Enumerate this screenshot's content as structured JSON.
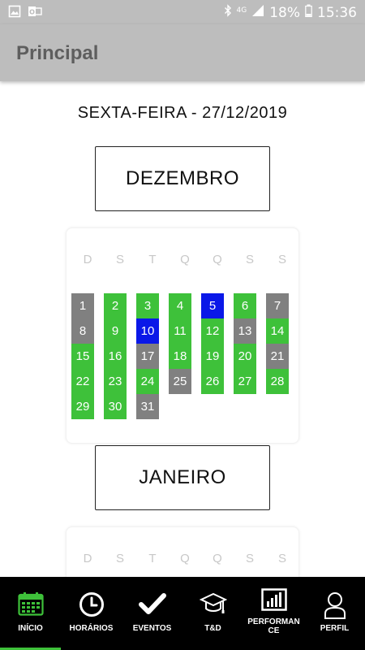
{
  "status_bar": {
    "network": "4G",
    "battery": "18%",
    "time": "15:36"
  },
  "app_bar": {
    "title": "Principal"
  },
  "date_label": "SEXTA-FEIRA - 27/12/2019",
  "weekdays": [
    "D",
    "S",
    "T",
    "Q",
    "Q",
    "S",
    "S"
  ],
  "colors": {
    "available": "#3ec13a",
    "unavailable": "#808080",
    "selected": "#0a18e8",
    "nav_active": "#3ec13a"
  },
  "months": [
    {
      "name": "DEZEMBRO",
      "days": [
        {
          "n": "1",
          "col": 0,
          "row": 0,
          "status": "unavailable"
        },
        {
          "n": "2",
          "col": 1,
          "row": 0,
          "status": "available"
        },
        {
          "n": "3",
          "col": 2,
          "row": 0,
          "status": "available"
        },
        {
          "n": "4",
          "col": 3,
          "row": 0,
          "status": "available"
        },
        {
          "n": "5",
          "col": 4,
          "row": 0,
          "status": "selected"
        },
        {
          "n": "6",
          "col": 5,
          "row": 0,
          "status": "available"
        },
        {
          "n": "7",
          "col": 6,
          "row": 0,
          "status": "unavailable"
        },
        {
          "n": "8",
          "col": 0,
          "row": 1,
          "status": "unavailable"
        },
        {
          "n": "9",
          "col": 1,
          "row": 1,
          "status": "available"
        },
        {
          "n": "10",
          "col": 2,
          "row": 1,
          "status": "selected"
        },
        {
          "n": "11",
          "col": 3,
          "row": 1,
          "status": "available"
        },
        {
          "n": "12",
          "col": 4,
          "row": 1,
          "status": "available"
        },
        {
          "n": "13",
          "col": 5,
          "row": 1,
          "status": "unavailable"
        },
        {
          "n": "14",
          "col": 6,
          "row": 1,
          "status": "available"
        },
        {
          "n": "15",
          "col": 0,
          "row": 2,
          "status": "available"
        },
        {
          "n": "16",
          "col": 1,
          "row": 2,
          "status": "available"
        },
        {
          "n": "17",
          "col": 2,
          "row": 2,
          "status": "unavailable"
        },
        {
          "n": "18",
          "col": 3,
          "row": 2,
          "status": "available"
        },
        {
          "n": "19",
          "col": 4,
          "row": 2,
          "status": "available"
        },
        {
          "n": "20",
          "col": 5,
          "row": 2,
          "status": "available"
        },
        {
          "n": "21",
          "col": 6,
          "row": 2,
          "status": "unavailable"
        },
        {
          "n": "22",
          "col": 0,
          "row": 3,
          "status": "available"
        },
        {
          "n": "23",
          "col": 1,
          "row": 3,
          "status": "available"
        },
        {
          "n": "24",
          "col": 2,
          "row": 3,
          "status": "available"
        },
        {
          "n": "25",
          "col": 3,
          "row": 3,
          "status": "unavailable"
        },
        {
          "n": "26",
          "col": 4,
          "row": 3,
          "status": "available"
        },
        {
          "n": "27",
          "col": 5,
          "row": 3,
          "status": "available"
        },
        {
          "n": "28",
          "col": 6,
          "row": 3,
          "status": "available"
        },
        {
          "n": "29",
          "col": 0,
          "row": 4,
          "status": "available"
        },
        {
          "n": "30",
          "col": 1,
          "row": 4,
          "status": "available"
        },
        {
          "n": "31",
          "col": 2,
          "row": 4,
          "status": "unavailable"
        }
      ]
    },
    {
      "name": "JANEIRO",
      "days": []
    }
  ],
  "bottom_nav": [
    {
      "label": "INÍCIO",
      "icon": "calendar-icon",
      "active": true
    },
    {
      "label": "HORÁRIOS",
      "icon": "clock-icon",
      "active": false
    },
    {
      "label": "EVENTOS",
      "icon": "checkmark-icon",
      "active": false
    },
    {
      "label": "T&D",
      "icon": "graduation-cap-icon",
      "active": false
    },
    {
      "label": "PERFORMANCE",
      "icon": "bar-chart-icon",
      "active": false
    },
    {
      "label": "PERFIL",
      "icon": "user-icon",
      "active": false
    }
  ]
}
